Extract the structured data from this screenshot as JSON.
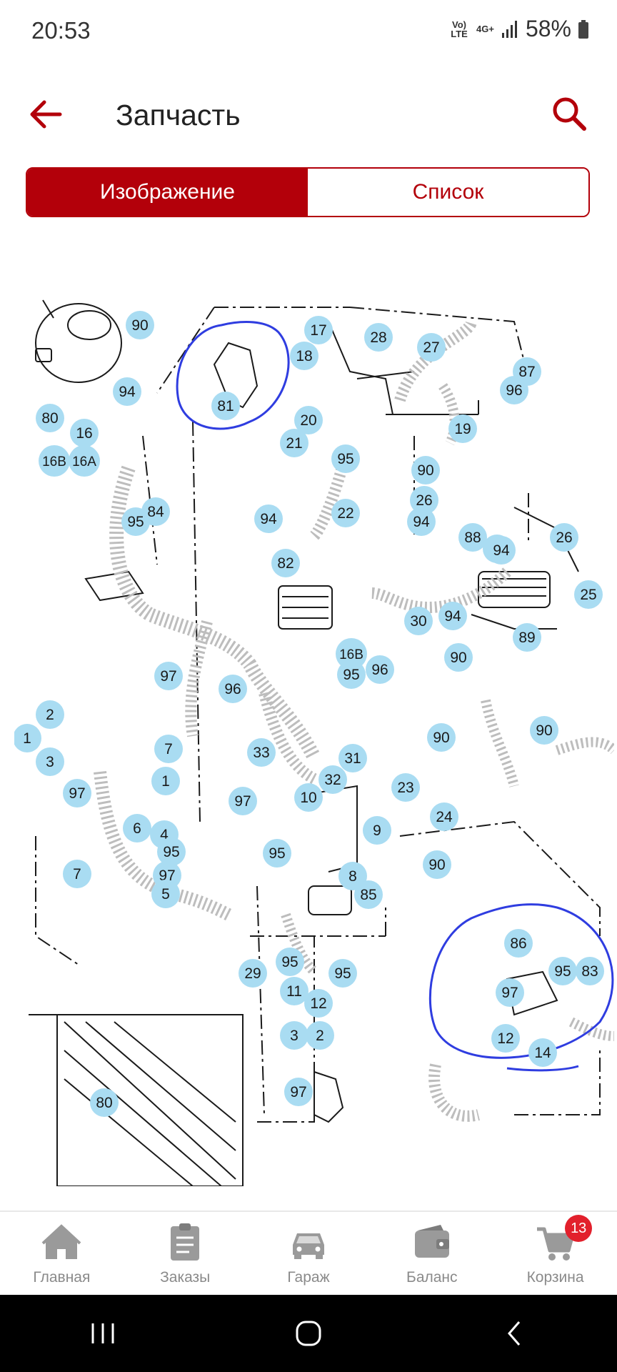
{
  "status_bar": {
    "time": "20:53",
    "volte": "Vo) LTE",
    "network": "4G+",
    "battery": "58%"
  },
  "header": {
    "title": "Запчасть"
  },
  "view_toggle": {
    "image_label": "Изображение",
    "list_label": "Список",
    "active": "image"
  },
  "diagram": {
    "part_labels": [
      "90",
      "80",
      "94",
      "16",
      "16B",
      "16A",
      "81",
      "17",
      "18",
      "28",
      "27",
      "87",
      "96",
      "20",
      "19",
      "95",
      "21",
      "90",
      "22",
      "26",
      "84",
      "95",
      "94",
      "94",
      "88",
      "94",
      "26",
      "94",
      "82",
      "25",
      "30",
      "94",
      "89",
      "16B",
      "90",
      "97",
      "95",
      "96",
      "96",
      "2",
      "1",
      "3",
      "97",
      "7",
      "33",
      "7",
      "1",
      "97",
      "31",
      "32",
      "90",
      "90",
      "23",
      "24",
      "6",
      "4",
      "10",
      "9",
      "95",
      "95",
      "97",
      "5",
      "8",
      "85",
      "90",
      "29",
      "95",
      "95",
      "11",
      "86",
      "95",
      "83",
      "97",
      "12",
      "3",
      "2",
      "12",
      "14",
      "97",
      "80"
    ],
    "colors": {
      "label_fill": "#a9dcf2",
      "line": "#1a1a1a",
      "highlight_circle": "#2f3de0"
    }
  },
  "bottom_nav": {
    "items": [
      {
        "label": "Главная",
        "icon": "home-icon"
      },
      {
        "label": "Заказы",
        "icon": "orders-icon"
      },
      {
        "label": "Гараж",
        "icon": "car-icon"
      },
      {
        "label": "Баланс",
        "icon": "wallet-icon"
      },
      {
        "label": "Корзина",
        "icon": "cart-icon"
      }
    ],
    "cart_count": "13"
  },
  "theme": {
    "accent": "#b3000a",
    "nav_gray": "#8a8a8a"
  }
}
